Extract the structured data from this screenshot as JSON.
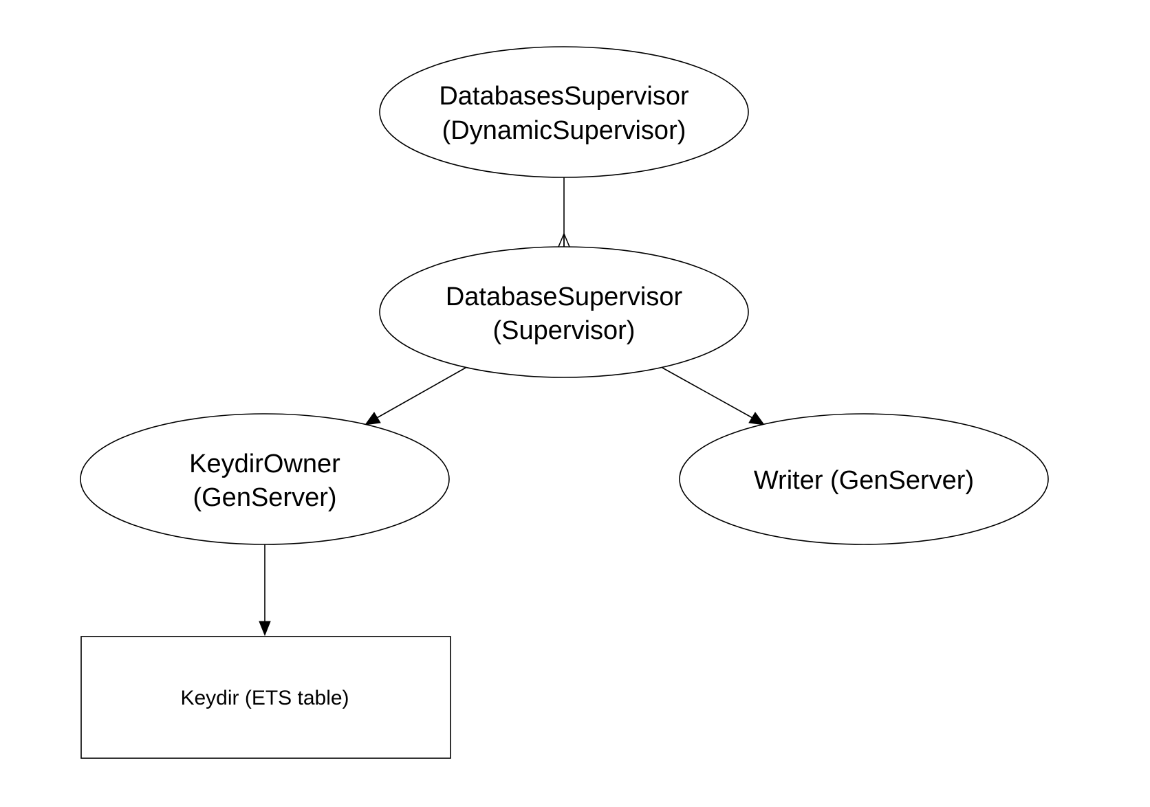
{
  "nodes": {
    "databases_supervisor": {
      "line1": "DatabasesSupervisor",
      "line2": "(DynamicSupervisor)"
    },
    "database_supervisor": {
      "line1": "DatabaseSupervisor",
      "line2": "(Supervisor)"
    },
    "keydir_owner": {
      "line1": "KeydirOwner",
      "line2": "(GenServer)"
    },
    "writer": {
      "label": "Writer (GenServer)"
    },
    "keydir": {
      "label": "Keydir (ETS table)"
    }
  },
  "colors": {
    "stroke": "#000000",
    "background": "#ffffff"
  }
}
